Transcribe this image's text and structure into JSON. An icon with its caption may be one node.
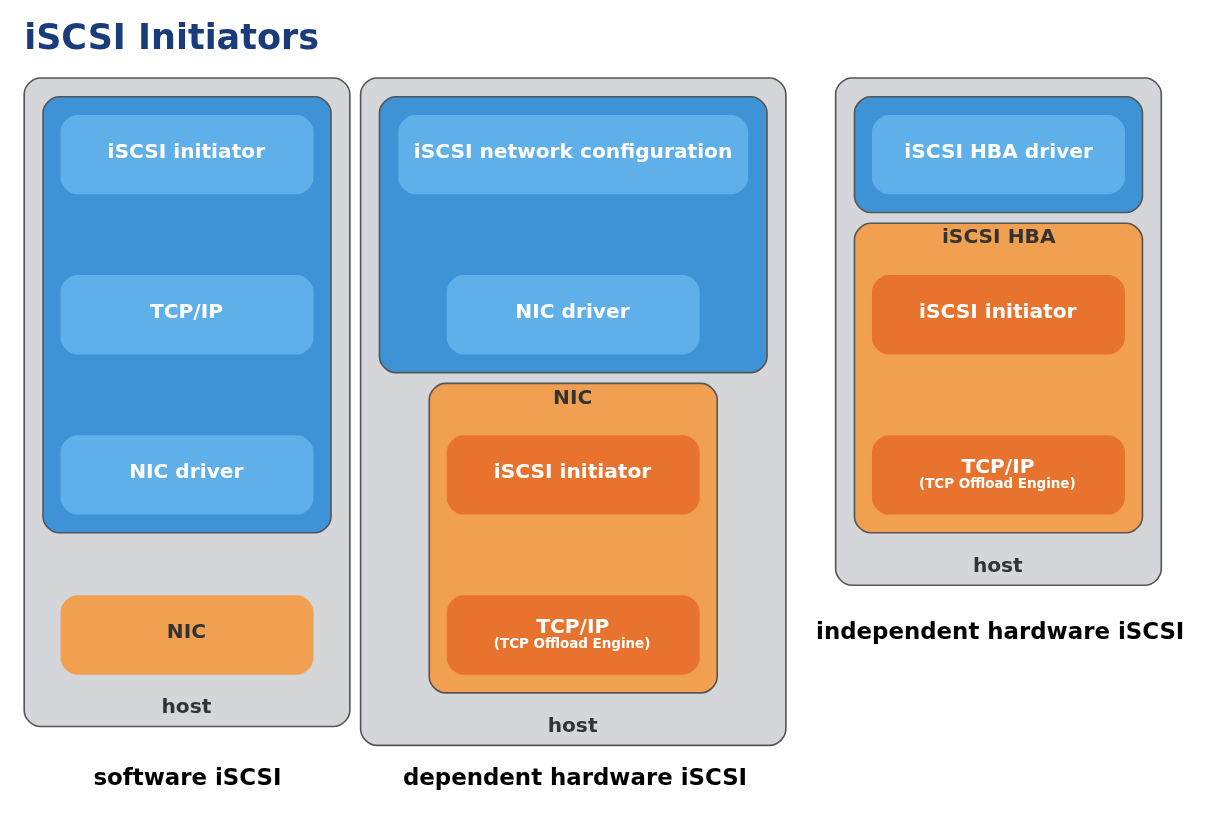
{
  "diagram": {
    "title": "iSCSI Initiators",
    "nodes": [
      {
        "text": [
          "host"
        ],
        "beside": [
          "software iSCSI"
        ]
      },
      {
        "text": [],
        "shape": "box",
        "in": 0
      },
      {
        "text": [
          "iSCSI initiator"
        ],
        "in": 1
      },
      {
        "text": [
          "TCP/IP"
        ],
        "in": 1
      },
      {
        "text": [
          "NIC driver"
        ],
        "in": 1
      },
      {
        "text": [
          "NIC"
        ],
        "in": 0
      },
      {
        "text": [
          "host"
        ],
        "beside": [
          "dependent hardware iSCSI"
        ]
      },
      {
        "text": [],
        "shape": "box",
        "in": 6
      },
      {
        "text": [
          "iSCSI network configuration"
        ],
        "in": 7
      },
      {
        "text": [
          "NIC driver"
        ],
        "in": 7
      },
      {
        "text": [
          "NIC"
        ],
        "in": 6
      },
      {
        "text": [
          "iSCSI initiator"
        ],
        "in": 10
      },
      {
        "text": [
          "TCP/IP",
          "(TCP Offload Engine)"
        ],
        "in": 10
      },
      {
        "text": [
          "host"
        ],
        "beside": [
          "independent hardware iSCSI"
        ]
      },
      {
        "text": [],
        "shape": "box",
        "in": 13
      },
      {
        "text": [
          "iSCSI HBA driver"
        ],
        "in": 14
      },
      {
        "text": [
          "iSCSI HBA"
        ],
        "in": 13
      },
      {
        "text": [
          "iSCSI initiator"
        ],
        "in": 16
      },
      {
        "text": [
          "TCP/IP",
          "(TCP Offload Engine)"
        ],
        "in": 16
      }
    ],
    "edges": []
  }
}
